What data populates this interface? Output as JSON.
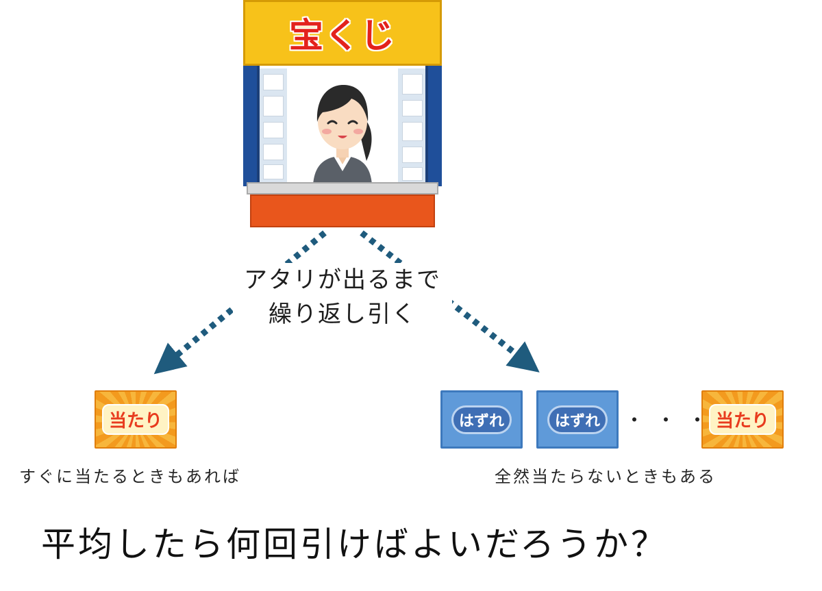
{
  "booth": {
    "sign": "宝くじ"
  },
  "center_caption": {
    "line1": "アタリが出るまで",
    "line2": "繰り返し引く"
  },
  "cards": {
    "win_label": "当たり",
    "lose_label": "はずれ",
    "ellipsis": "・・・"
  },
  "left_caption": "すぐに当たるときもあれば",
  "right_caption": "全然当たらないときもある",
  "question": "平均したら何回引けばよいだろうか？",
  "colors": {
    "arrow": "#1f5b7d",
    "sign_bg": "#f7c21a",
    "sign_text": "#e3221c",
    "booth_blue": "#1f4f9a",
    "booth_base": "#e9561c",
    "win_card": "#f39a1e",
    "lose_card": "#5f9ad9"
  }
}
